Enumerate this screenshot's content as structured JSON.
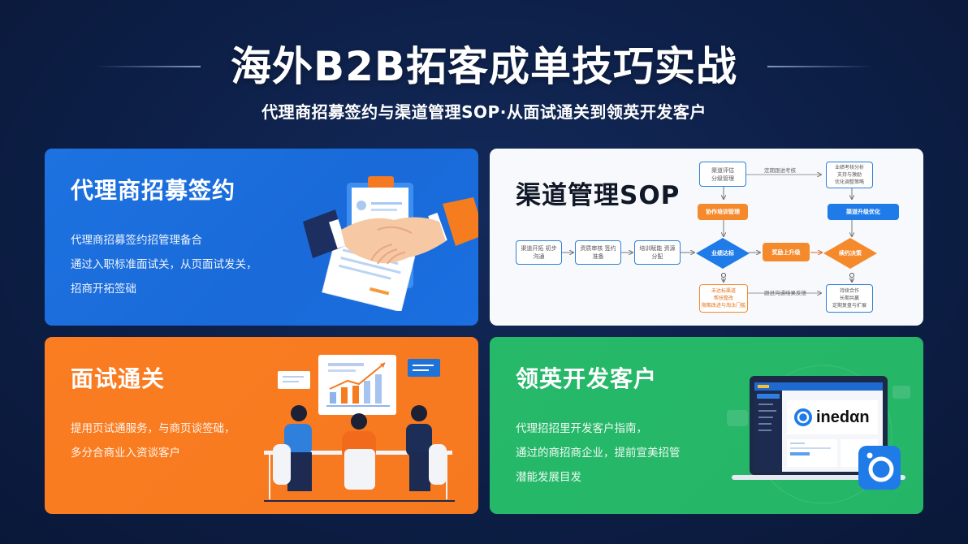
{
  "header": {
    "title": "海外B2B拓客成单技巧实战",
    "subtitle": "代理商招募签约与渠道管理SOP·从面试通关到领英开发客户"
  },
  "colors": {
    "background": "#0d1f47",
    "card_blue": "#1d72e0",
    "card_white": "#f7f9fc",
    "card_orange": "#fb7d22",
    "card_green": "#27b96a",
    "flow_blue": "#1f7be8",
    "flow_orange": "#f58a2c"
  },
  "cards": [
    {
      "title": "代理商招募签约",
      "body": [
        "代理商招募签约招管理备合",
        "通过入职标准面试关，从页面试发关，",
        "招商开拓签础"
      ],
      "illustration": "handshake-contract"
    },
    {
      "title": "渠道管理SOP",
      "illustration": "flowchart",
      "flow": {
        "start_boxes": [
          "渠道开拓\n初步沟通",
          "资质审核\n签约准备",
          "培训赋能\n资源分配"
        ],
        "top_left_box": "渠道评估\n分级管理",
        "top_arrow_label": "定期跟进考核",
        "top_right_box": "业绩考核分析\n支持与激励\n优化调整策略",
        "orange_bar": "协作培训管理",
        "blue_bar": "渠道升级优化",
        "diamond_blue": "业绩达标",
        "middle_orange": "奖励上升级",
        "diamond_orange": "续约决策",
        "bottom_left_box": "未达标渠道\n帮扶整改\n限期改进与淘汰门槛",
        "bottom_arrow_label": "跟进沟通结果反馈",
        "bottom_right_box": "持续合作\n长期共赢\n定期复盘与扩展"
      }
    },
    {
      "title": "面试通关",
      "body": [
        "提用页试通服务，与商页谈签础，",
        "多分合商业入资谈客户"
      ],
      "illustration": "meeting-chart"
    },
    {
      "title": "领英开发客户",
      "body": [
        "代理招招里开发客户指南，",
        "通过的商招商企业，提前宣美招管",
        "潜能发展目发"
      ],
      "illustration": "linkedin-laptop",
      "laptop_logo_text": "inedαn"
    }
  ]
}
